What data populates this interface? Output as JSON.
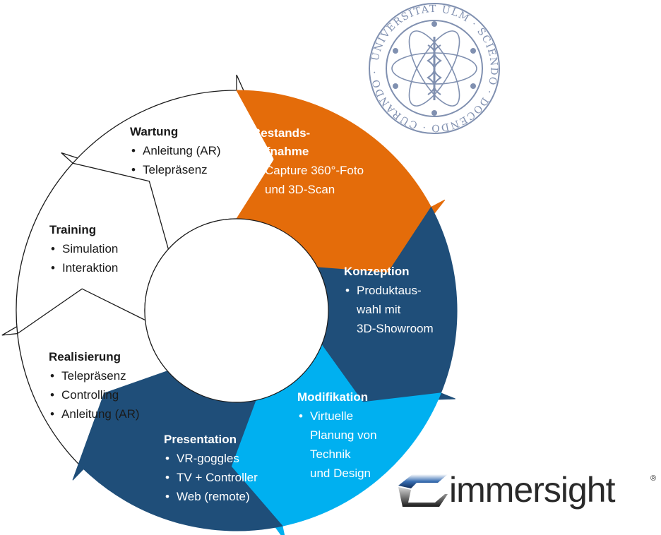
{
  "seal": {
    "ring_text": "UNIVERSITÄT ULM · SCIENDO · DOCENDO · CURANDO ·",
    "color": "#8090b0"
  },
  "phases": [
    {
      "id": "bestandsaufnahme",
      "title_lines": [
        "Bestands-",
        "aufnahme"
      ],
      "items": [
        [
          "Capture 360°-Foto",
          "und 3D-Scan"
        ]
      ],
      "color": "#e46c0a"
    },
    {
      "id": "konzeption",
      "title_lines": [
        "Konzeption"
      ],
      "items": [
        [
          "Produktaus-",
          "wahl mit",
          "3D-Showroom"
        ]
      ],
      "color": "#1f4e79"
    },
    {
      "id": "modifikation",
      "title_lines": [
        "Modifikation"
      ],
      "items": [
        [
          "Virtuelle",
          "Planung von",
          "Technik",
          "und Design"
        ]
      ],
      "color": "#00b0f0"
    },
    {
      "id": "presentation",
      "title_lines": [
        "Presentation"
      ],
      "items": [
        [
          "VR-goggles"
        ],
        [
          "TV + Controller"
        ],
        [
          "Web (remote)"
        ]
      ],
      "color": "#1f4e79"
    },
    {
      "id": "realisierung",
      "title_lines": [
        "Realisierung"
      ],
      "items": [
        [
          "Telepräsenz"
        ],
        [
          "Controlling"
        ],
        [
          "Anleitung (AR)"
        ]
      ],
      "color": "#ffffff"
    },
    {
      "id": "training",
      "title_lines": [
        "Training"
      ],
      "items": [
        [
          "Simulation"
        ],
        [
          "Interaktion"
        ]
      ],
      "color": "#ffffff"
    },
    {
      "id": "wartung",
      "title_lines": [
        "Wartung"
      ],
      "items": [
        [
          "Anleitung (AR)"
        ],
        [
          "Telepräsenz"
        ]
      ],
      "color": "#ffffff"
    }
  ],
  "logo": {
    "wordmark": "immersight",
    "registered": "®",
    "color": "#2a2a2a"
  }
}
